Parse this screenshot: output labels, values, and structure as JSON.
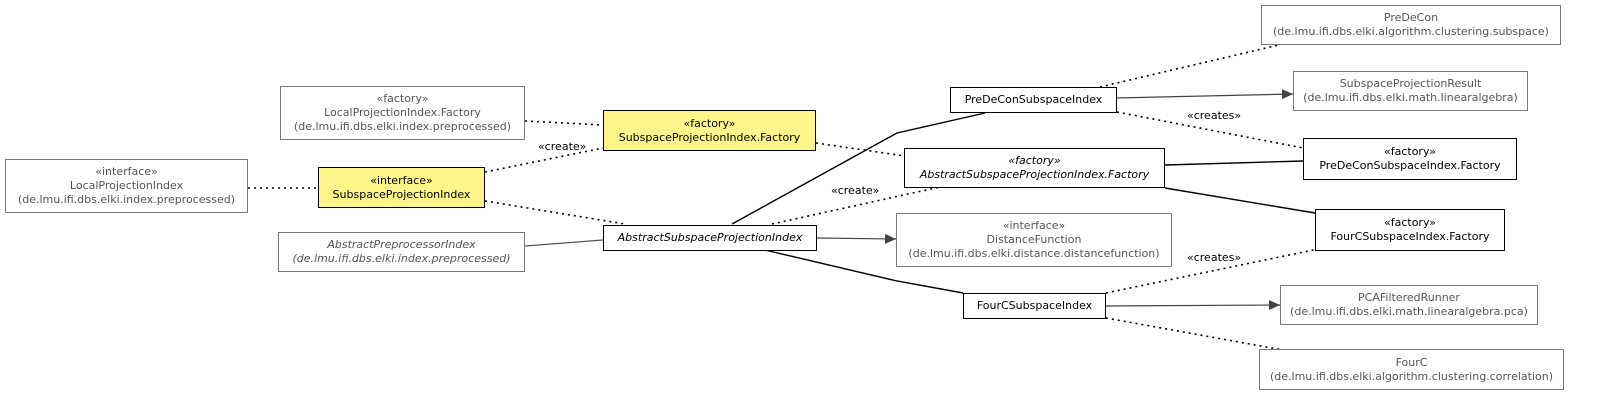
{
  "nodes": {
    "predecon": {
      "lines": [
        "PreDeCon",
        "(de.lmu.ifi.dbs.elki.algorithm.clustering.subspace)"
      ]
    },
    "subspace_projection_result": {
      "lines": [
        "SubspaceProjectionResult",
        "(de.lmu.ifi.dbs.elki.math.linearalgebra)"
      ]
    },
    "predecon_subspace_index": {
      "lines": [
        "PreDeConSubspaceIndex"
      ]
    },
    "local_projection_index_factory": {
      "lines": [
        "«factory»",
        "LocalProjectionIndex.Factory",
        "(de.lmu.ifi.dbs.elki.index.preprocessed)"
      ]
    },
    "subspace_projection_index_factory": {
      "lines": [
        "«factory»",
        "SubspaceProjectionIndex.Factory"
      ]
    },
    "predecon_subspace_index_factory": {
      "lines": [
        "«factory»",
        "PreDeConSubspaceIndex.Factory"
      ]
    },
    "abstract_subspace_projection_index_factory": {
      "lines": [
        "«factory»",
        "AbstractSubspaceProjectionIndex.Factory"
      ]
    },
    "local_projection_index": {
      "lines": [
        "«interface»",
        "LocalProjectionIndex",
        "(de.lmu.ifi.dbs.elki.index.preprocessed)"
      ]
    },
    "subspace_projection_index": {
      "lines": [
        "«interface»",
        "SubspaceProjectionIndex"
      ]
    },
    "fourc_subspace_index_factory": {
      "lines": [
        "«factory»",
        "FourCSubspaceIndex.Factory"
      ]
    },
    "distance_function": {
      "lines": [
        "«interface»",
        "DistanceFunction",
        "(de.lmu.ifi.dbs.elki.distance.distancefunction)"
      ]
    },
    "abstract_preprocessor_index": {
      "lines": [
        "AbstractPreprocessorIndex",
        "(de.lmu.ifi.dbs.elki.index.preprocessed)"
      ]
    },
    "abstract_subspace_projection_index": {
      "lines": [
        "AbstractSubspaceProjectionIndex"
      ]
    },
    "fourc_subspace_index": {
      "lines": [
        "FourCSubspaceIndex"
      ]
    },
    "pca_filtered_runner": {
      "lines": [
        "PCAFilteredRunner",
        "(de.lmu.ifi.dbs.elki.math.linearalgebra.pca)"
      ]
    },
    "fourc": {
      "lines": [
        "FourC",
        "(de.lmu.ifi.dbs.elki.algorithm.clustering.correlation)"
      ]
    }
  },
  "edge_labels": {
    "create_top": "«create»",
    "create_mid": "«create»",
    "creates_top": "«creates»",
    "creates_bottom": "«creates»"
  }
}
